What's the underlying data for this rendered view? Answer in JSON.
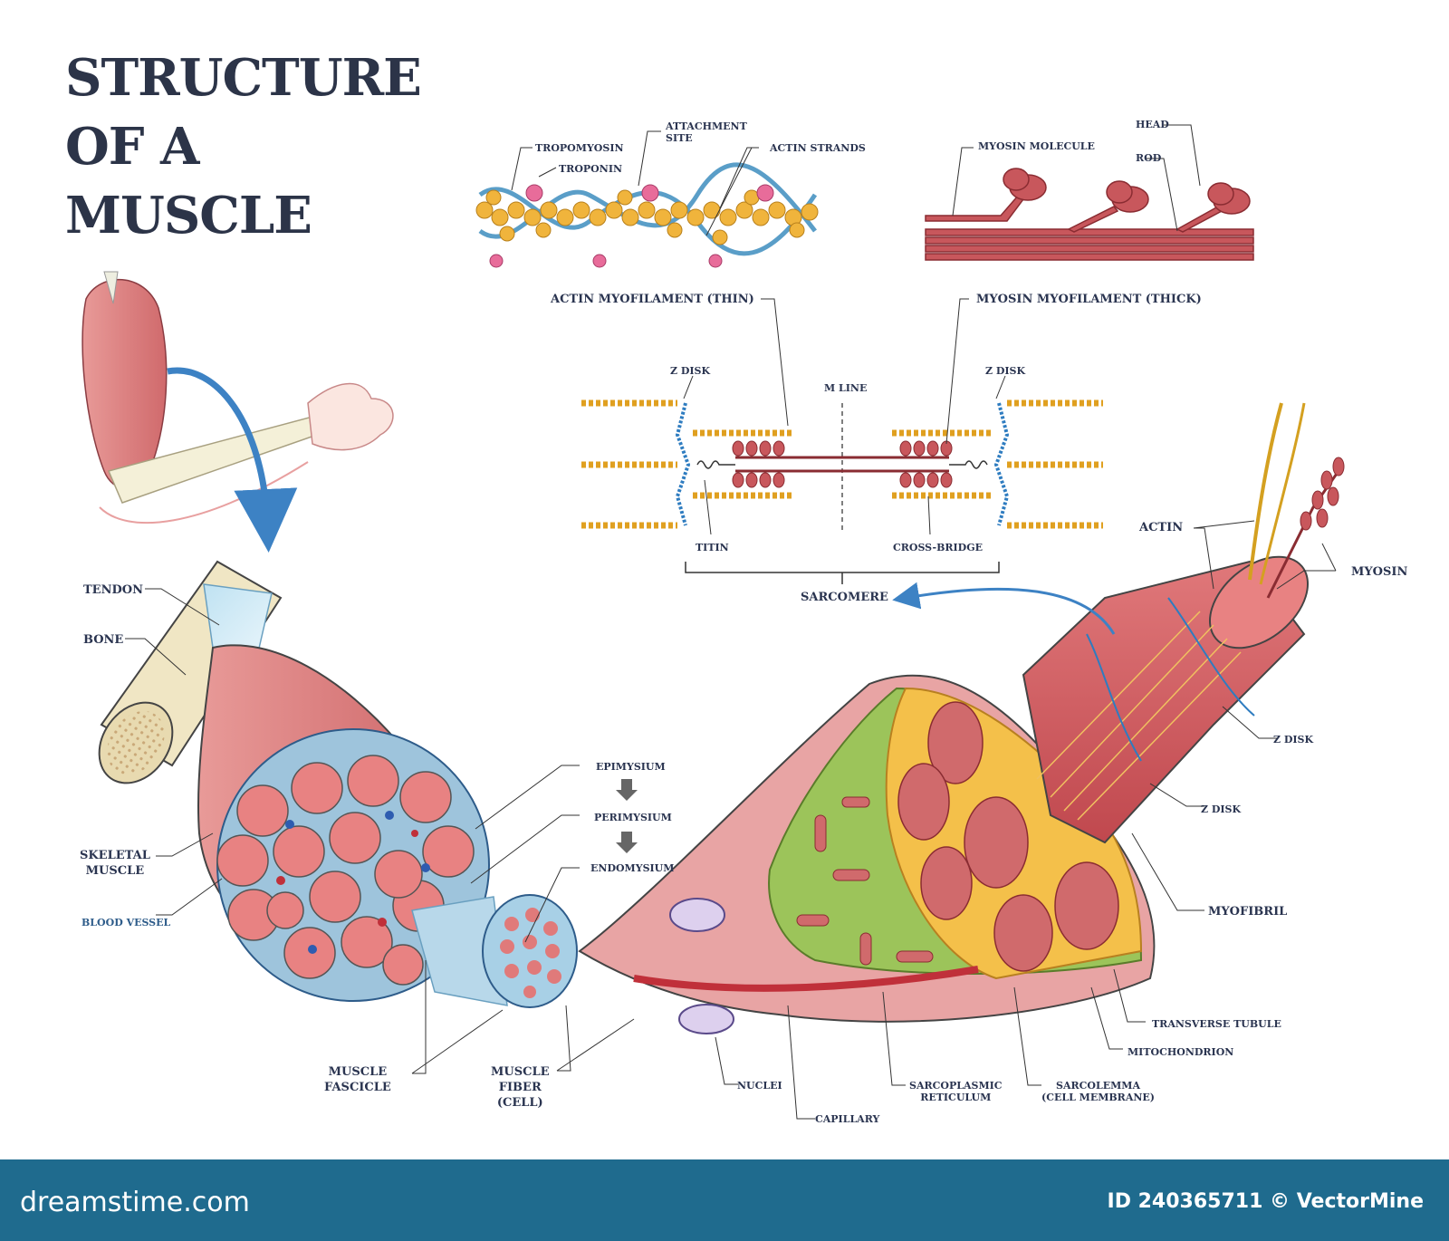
{
  "title": {
    "line1": "STRUCTURE",
    "line2": "OF A",
    "line3": "MUSCLE"
  },
  "labels": {
    "tropomyosin": "TROPOMYOSIN",
    "troponin": "TROPONIN",
    "attachment_site_1": "ATTACHMENT",
    "attachment_site_2": "SITE",
    "actin_strands": "ACTIN STRANDS",
    "myosin_molecule": "MYOSIN MOLECULE",
    "head": "HEAD",
    "rod": "ROD",
    "actin_myofilament": "ACTIN MYOFILAMENT (THIN)",
    "myosin_myofilament": "MYOSIN MYOFILAMENT (THICK)",
    "z_disk_left": "Z DISK",
    "m_line": "M LINE",
    "z_disk_right": "Z DISK",
    "titin": "TITIN",
    "cross_bridge": "CROSS-BRIDGE",
    "sarcomere": "SARCOMERE",
    "actin": "ACTIN",
    "myosin": "MYOSIN",
    "z_disk_a": "Z DISK",
    "z_disk_b": "Z DISK",
    "myofibril": "MYOFIBRIL",
    "transverse_tubule": "TRANSVERSE TUBULE",
    "mitochondrion": "MITOCHONDRION",
    "tendon": "TENDON",
    "bone": "BONE",
    "skeletal_muscle_1": "SKELETAL",
    "skeletal_muscle_2": "MUSCLE",
    "blood_vessel": "BLOOD VESSEL",
    "epimysium": "EPIMYSIUM",
    "perimysium": "PERIMYSIUM",
    "endomysium": "ENDOMYSIUM",
    "muscle_fascicle_1": "MUSCLE",
    "muscle_fascicle_2": "FASCICLE",
    "muscle_fiber_1": "MUSCLE",
    "muscle_fiber_2": "FIBER",
    "muscle_fiber_3": "(CELL)",
    "nuclei": "NUCLEI",
    "capillary": "CAPILLARY",
    "sarcoplasmic_1": "SARCOPLASMIC",
    "sarcoplasmic_2": "RETICULUM",
    "sarcolemma_1": "SARCOLEMMA",
    "sarcolemma_2": "(CELL MEMBRANE)"
  },
  "footer": {
    "logo": "dreamstime.com",
    "credit": "ID 240365711 © VectorMine"
  },
  "colors": {
    "title": "#2c3448",
    "label": "#2a3450",
    "muscle": "#c8575c",
    "actin": "#f0b43c",
    "tropomyosin": "#5a9ec8",
    "arrow": "#3d82c4",
    "footer": "#1f6b8e"
  }
}
